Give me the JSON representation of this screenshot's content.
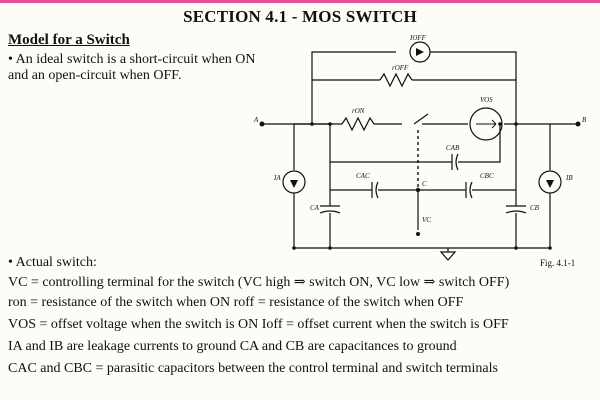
{
  "slide": {
    "title": "SECTION 4.1 - MOS SWITCH",
    "subheading": "Model for a Switch",
    "bullet_ideal": "• An ideal switch is a short-circuit when ON and an open-circuit when OFF.",
    "bullet_actual": "• Actual switch:",
    "fig_label": "Fig. 4.1-1",
    "lines": [
      "VC = controlling terminal for the switch (VC high ⇒ switch ON, VC low ⇒ switch OFF)",
      "ron = resistance of the switch when ON      roff = resistance of the switch when OFF",
      "VOS = offset voltage when the switch is ON   Ioff = offset current when the switch is OFF",
      "IA and IB are leakage currents to ground      CA and CB are capacitances to ground",
      "CAC and CBC = parasitic capacitors between the control terminal and switch terminals"
    ]
  },
  "circuit": {
    "node_a": "A",
    "node_b": "B",
    "node_c": "C",
    "i_off": "IOFF",
    "r_off": "rOFF",
    "r_on": "rON",
    "v_os": "VOS",
    "c_ab": "CAB",
    "c_ac": "CAC",
    "c_bc": "CBC",
    "i_a": "IA",
    "i_b": "IB",
    "c_a": "CA",
    "c_b": "CB",
    "v_c": "VC"
  },
  "colors": {
    "accent_bar": "#e64f9a"
  }
}
